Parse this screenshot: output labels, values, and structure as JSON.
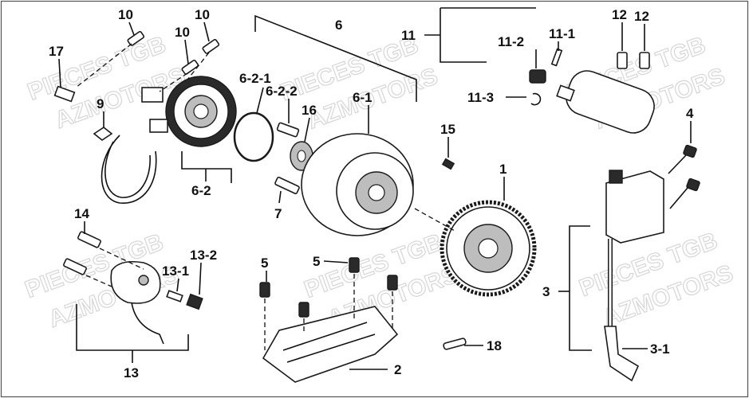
{
  "watermark": {
    "line1": "PIECES TGB",
    "line2": "AZMOTORS"
  },
  "callouts": {
    "p1": "1",
    "p2": "2",
    "p3": "3",
    "p3_1": "3-1",
    "p4": "4",
    "p5a": "5",
    "p5b": "5",
    "p6": "6",
    "p6_1": "6-1",
    "p6_2": "6-2",
    "p6_2_1": "6-2-1",
    "p6_2_2": "6-2-2",
    "p7": "7",
    "p9": "9",
    "p10a": "10",
    "p10b": "10",
    "p10c": "10",
    "p11": "11",
    "p11_1": "11-1",
    "p11_2": "11-2",
    "p11_3": "11-3",
    "p12a": "12",
    "p12b": "12",
    "p13": "13",
    "p13_1": "13-1",
    "p13_2": "13-2",
    "p14": "14",
    "p15": "15",
    "p16": "16",
    "p17": "17",
    "p18": "18"
  }
}
